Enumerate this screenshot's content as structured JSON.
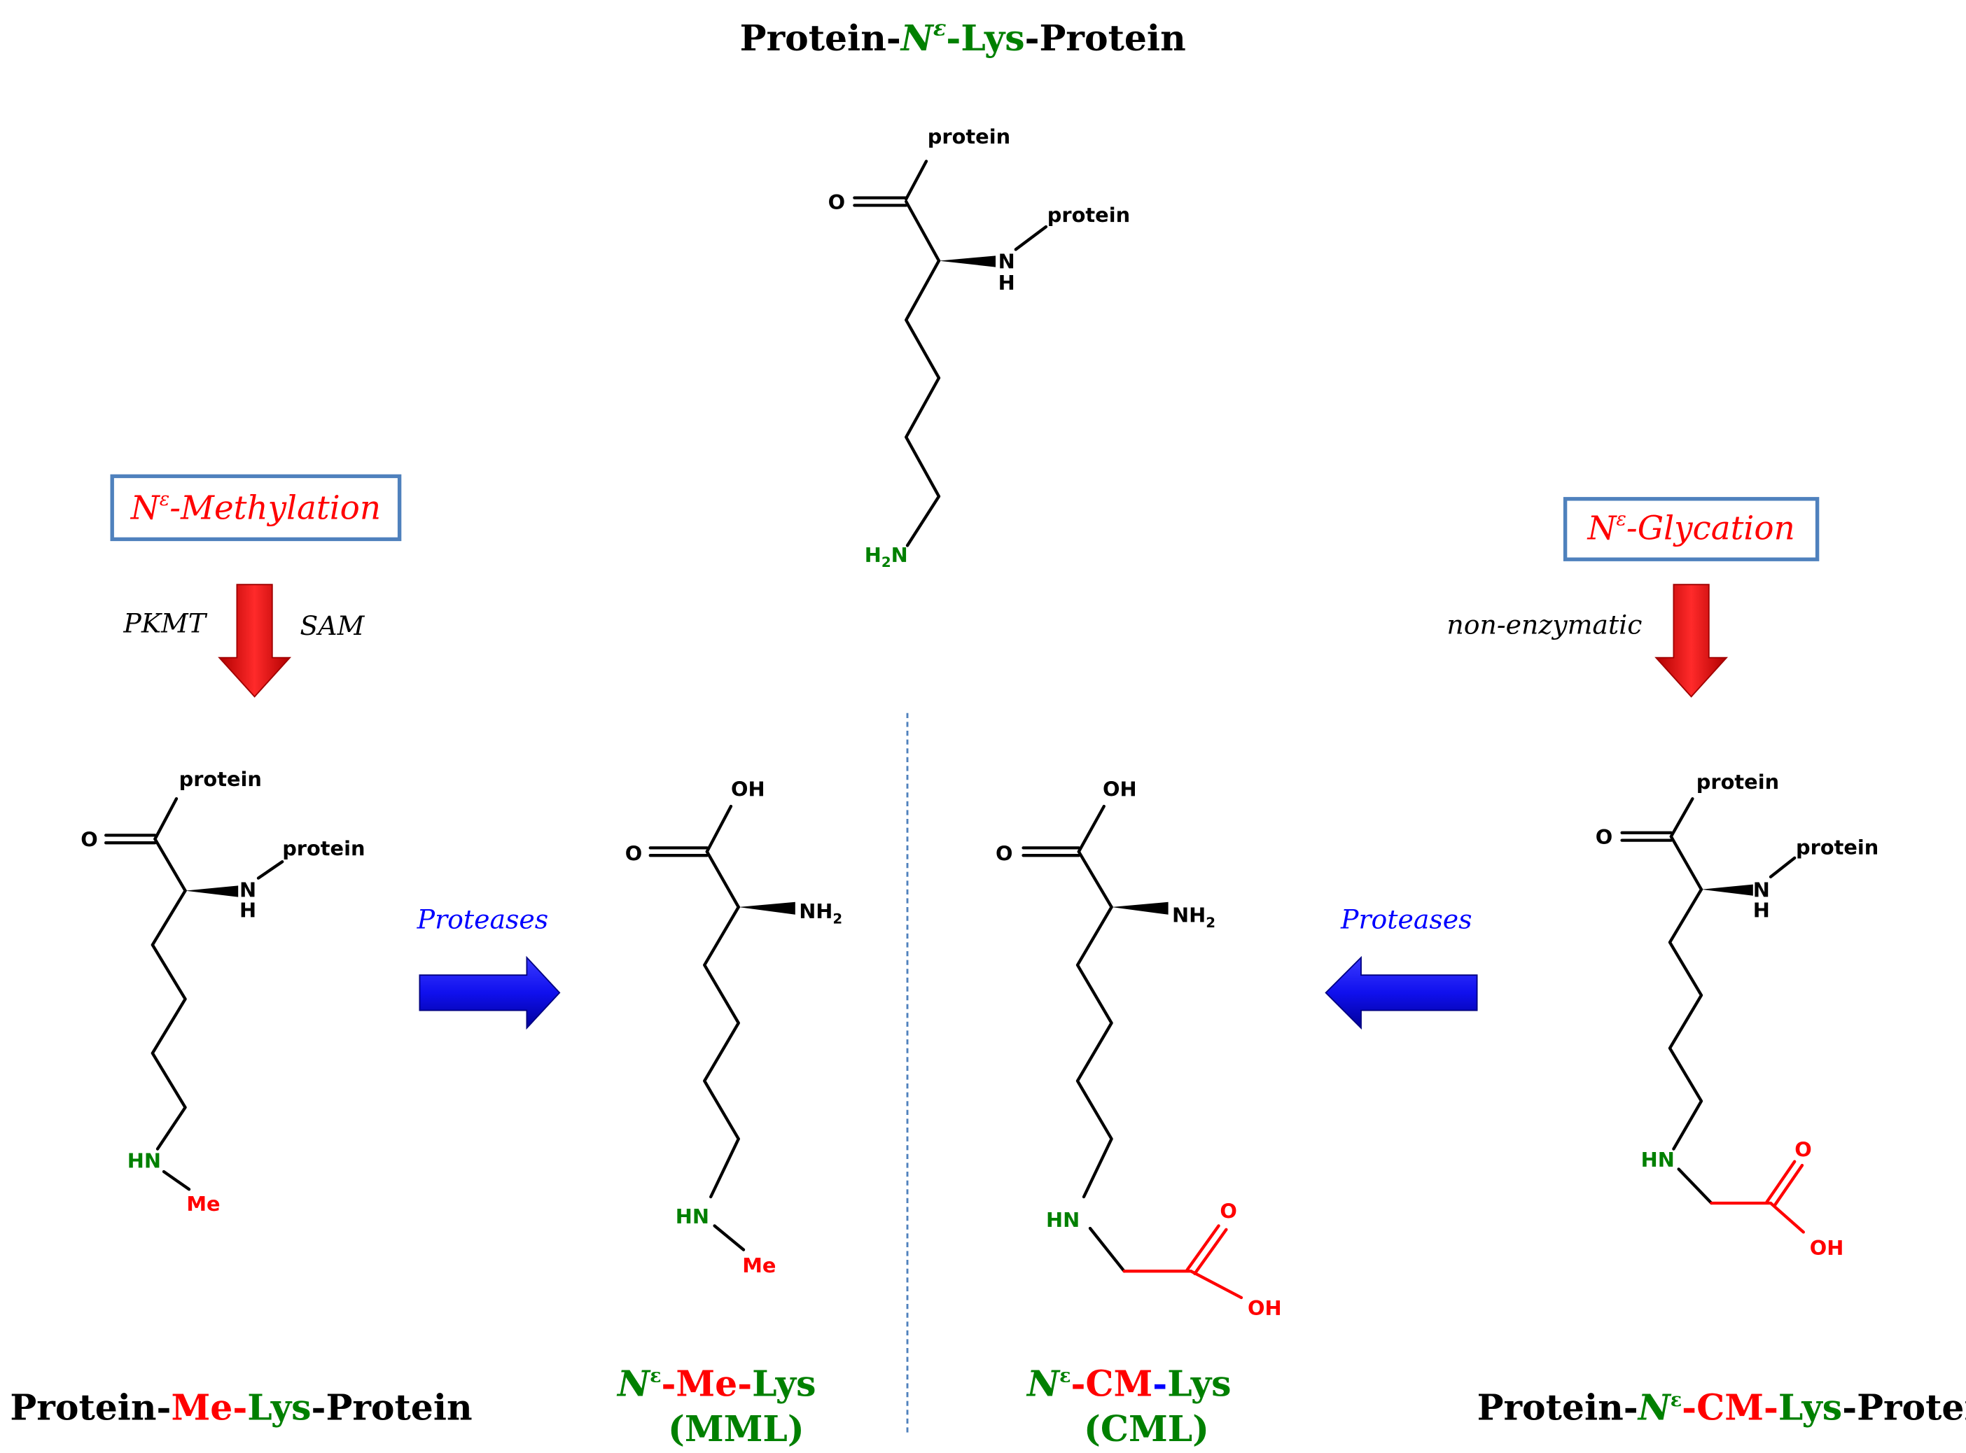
{
  "title": {
    "p1": "Protein-",
    "n": "N",
    "eps": "ε",
    "p2": "-Lys",
    "p3": "-Protein"
  },
  "atoms": {
    "protein": "protein",
    "o": "O",
    "n": "N",
    "h": "H",
    "h2n": "H",
    "h2n_sub": "2",
    "h2n_n": "N",
    "oh": "OH",
    "nh2": "NH",
    "nh2_sub": "2",
    "hn": "HN",
    "me": "Me"
  },
  "methylation_box": {
    "n": "N",
    "eps": "ε",
    "text": "-Methylation"
  },
  "glycation_box": {
    "n": "N",
    "eps": "ε",
    "text": "-Glycation"
  },
  "labels": {
    "pkmt": "PKMT",
    "sam": "SAM",
    "non_enzymatic": "non-enzymatic",
    "proteases_left": "Proteases",
    "proteases_right": "Proteases"
  },
  "captions": {
    "me_protein": {
      "a": "Protein-",
      "b": "Me-",
      "c": "Lys",
      "d": "-Protein"
    },
    "mml": {
      "n": "N",
      "eps": "ε",
      "b": "-Me-",
      "c": "Lys",
      "d": "(MML)"
    },
    "cml": {
      "n": "N",
      "eps": "ε",
      "b": "-",
      "c": "CM",
      "d": "-",
      "e": "Lys",
      "f": "(CML)"
    },
    "cm_protein": {
      "a": "Protein-",
      "n": "N",
      "eps": "ε",
      "b": "-CM-",
      "c": "Lys",
      "d": "-Protein"
    }
  },
  "colors": {
    "green": "#008000",
    "red": "#ff0000",
    "blue": "#0000ff",
    "box_border": "#4f81bd",
    "black": "#000000"
  }
}
